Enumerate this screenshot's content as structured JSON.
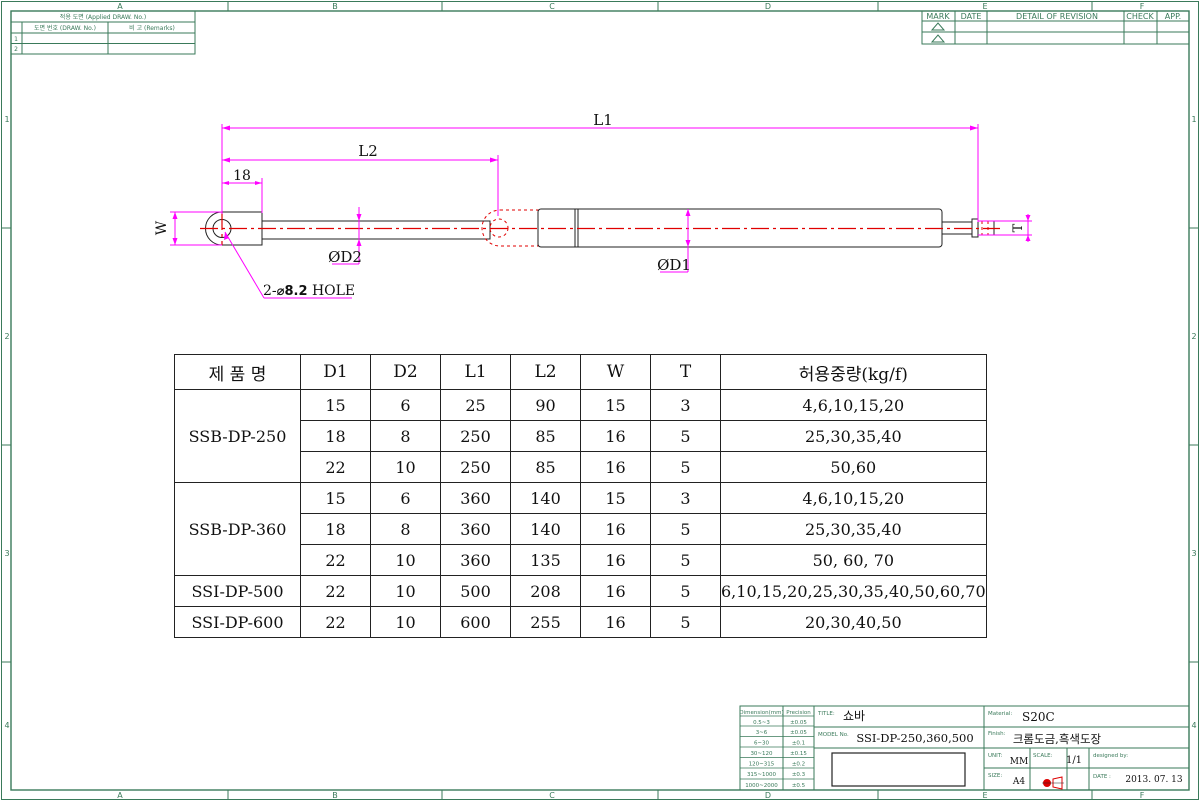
{
  "grid": {
    "top_letters": [
      "A",
      "B",
      "C",
      "D",
      "E",
      "F"
    ],
    "bottom_letters": [
      "A",
      "B",
      "C",
      "D",
      "E",
      "F"
    ],
    "side_numbers": [
      "1",
      "2",
      "3",
      "4"
    ]
  },
  "apply_block": {
    "header": "적용 도면 (Applied DRAW. No.)",
    "col1": "도면 번호 (DRAW. No.)",
    "col2": "비 고 (Remarks)",
    "rows": [
      "1",
      "2"
    ]
  },
  "revision_block": {
    "headers": [
      "MARK",
      "DATE",
      "DETAIL OF REVISION",
      "CHECK",
      "APP."
    ]
  },
  "drawing_labels": {
    "l1": "L1",
    "l2": "L2",
    "d18": "18",
    "w": "W",
    "t": "T",
    "d1": "ØD1",
    "d2": "ØD2",
    "hole_prefix": "2-",
    "hole_dia": "⌀8.2",
    "hole_word": "HOLE"
  },
  "spec_table": {
    "headers": [
      "제 품 명",
      "D1",
      "D2",
      "L1",
      "L2",
      "W",
      "T",
      "허용중량(kg/f)"
    ],
    "groups": [
      {
        "name": "SSB-DP-250",
        "rows": [
          [
            "15",
            "6",
            "25",
            "90",
            "15",
            "3",
            "4,6,10,15,20"
          ],
          [
            "18",
            "8",
            "250",
            "85",
            "16",
            "5",
            "25,30,35,40"
          ],
          [
            "22",
            "10",
            "250",
            "85",
            "16",
            "5",
            "50,60"
          ]
        ]
      },
      {
        "name": "SSB-DP-360",
        "rows": [
          [
            "15",
            "6",
            "360",
            "140",
            "15",
            "3",
            "4,6,10,15,20"
          ],
          [
            "18",
            "8",
            "360",
            "140",
            "16",
            "5",
            "25,30,35,40"
          ],
          [
            "22",
            "10",
            "360",
            "135",
            "16",
            "5",
            "50, 60, 70"
          ]
        ]
      },
      {
        "name": "SSI-DP-500",
        "rows": [
          [
            "22",
            "10",
            "500",
            "208",
            "16",
            "5",
            "6,10,15,20,25,30,35,40,50,60,70"
          ]
        ]
      },
      {
        "name": "SSI-DP-600",
        "rows": [
          [
            "22",
            "10",
            "600",
            "255",
            "16",
            "5",
            "20,30,40,50"
          ]
        ]
      }
    ]
  },
  "title_block": {
    "tolerance_headers": [
      "Dimension(mm)",
      "Precision"
    ],
    "tolerance_rows": [
      [
        "0.5~3",
        "±0.05"
      ],
      [
        "3~6",
        "±0.05"
      ],
      [
        "6~30",
        "±0.1"
      ],
      [
        "30~120",
        "±0.15"
      ],
      [
        "120~315",
        "±0.2"
      ],
      [
        "315~1000",
        "±0.3"
      ],
      [
        "1000~2000",
        "±0.5"
      ]
    ],
    "title_label": "TITLE:",
    "title": "쇼바",
    "model_label": "MODEL No.",
    "model": "SSI-DP-250,360,500",
    "material_label": "Material:",
    "material": "S20C",
    "finish_label": "Finish:",
    "finish": "크롬도금,흑색도장",
    "unit_label": "UNIT:",
    "unit": "MM",
    "scale_label": "SCALE:",
    "scale": "1/1",
    "designed_label": "designed by:",
    "size_label": "SIZE:",
    "size": "A4",
    "date_label": "DATE :",
    "date": "2013. 07. 13"
  }
}
